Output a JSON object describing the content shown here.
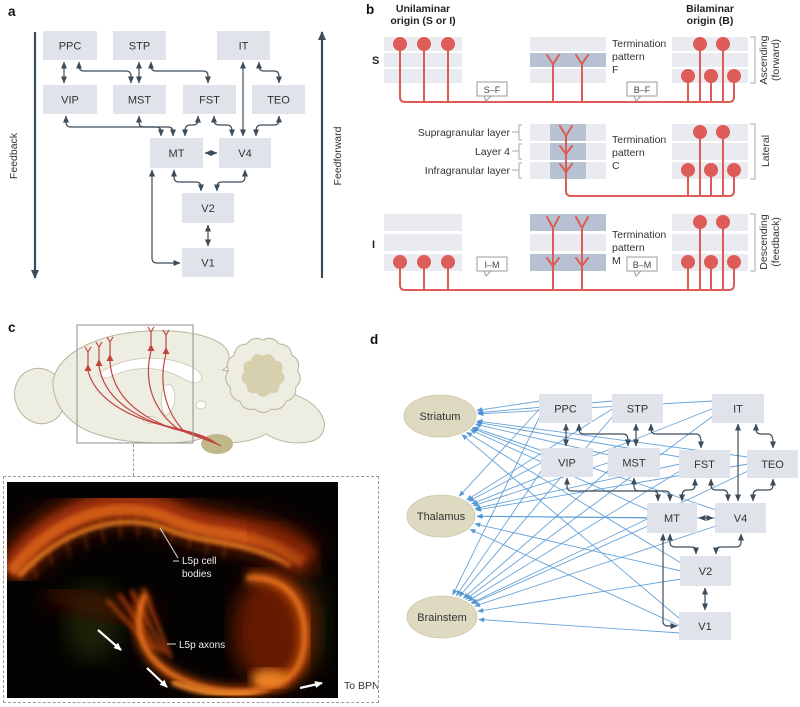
{
  "panels": {
    "a": "a",
    "b": "b",
    "c": "c",
    "d": "d"
  },
  "hierarchy": {
    "areas": [
      "PPC",
      "STP",
      "IT",
      "VIP",
      "MST",
      "FST",
      "TEO",
      "MT",
      "V4",
      "V2",
      "V1"
    ],
    "edges": [
      [
        "PPC",
        "VIP"
      ],
      [
        "PPC",
        "MST"
      ],
      [
        "STP",
        "MST"
      ],
      [
        "STP",
        "FST"
      ],
      [
        "IT",
        "TEO"
      ],
      [
        "IT",
        "V4"
      ],
      [
        "VIP",
        "MT"
      ],
      [
        "MST",
        "MT"
      ],
      [
        "FST",
        "MT"
      ],
      [
        "FST",
        "V4"
      ],
      [
        "TEO",
        "V4"
      ],
      [
        "MT",
        "V4"
      ],
      [
        "MT",
        "V2"
      ],
      [
        "V4",
        "V2"
      ],
      [
        "V2",
        "V1"
      ],
      [
        "MT",
        "V1"
      ]
    ]
  },
  "panel_a": {
    "feedback": "Feedback",
    "feedforward": "Feedforward"
  },
  "panel_b": {
    "unilaminar_header": [
      "Unilaminar",
      "origin (S or I)"
    ],
    "bilaminar_header": [
      "Bilaminar",
      "origin (B)"
    ],
    "rows": [
      {
        "row_label": "S",
        "termination": [
          "Termination",
          "pattern",
          "F"
        ],
        "tag_left": "S–F",
        "tag_right": "B–F",
        "bracket": [
          "Ascending",
          "(forward)"
        ]
      },
      {
        "row_label": "",
        "termination": [
          "Termination",
          "pattern",
          "C"
        ],
        "layer_labels": [
          "Supragranular layer",
          "Layer 4",
          "Infragranular layer"
        ],
        "bracket": [
          "Lateral"
        ]
      },
      {
        "row_label": "I",
        "termination": [
          "Termination",
          "pattern",
          "M"
        ],
        "tag_left": "I–M",
        "tag_right": "B–M",
        "bracket": [
          "Descending",
          "(feedback)"
        ]
      }
    ]
  },
  "panel_c": {
    "labels": {
      "cell_bodies": [
        "L5p cell",
        "bodies"
      ],
      "axons": "L5p axons",
      "to_bpn": "To BPN"
    }
  },
  "panel_d": {
    "structures": [
      {
        "id": "Striatum",
        "label": "Striatum"
      },
      {
        "id": "Thalamus",
        "label": "Thalamus"
      },
      {
        "id": "Brainstem",
        "label": "Brainstem"
      }
    ]
  },
  "colors": {
    "red": "#dd5c57",
    "blue": "#5b9bd5",
    "dark": "#3d4c59",
    "box_fill": "#e0e4ea",
    "band_light": "#e9ebf1",
    "band_dark": "#b8c1d1",
    "beige": "#ded9c1"
  }
}
